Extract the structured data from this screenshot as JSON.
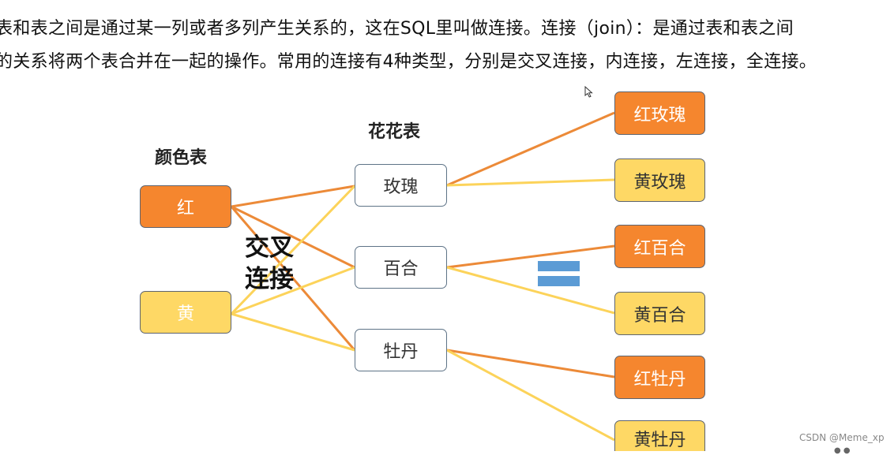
{
  "intro": {
    "line1": "表和表之间是通过某一列或者多列产生关系的，这在SQL里叫做连接。连接（join）：是通过表和表之间",
    "line2": "的关系将两个表合并在一起的操作。常用的连接有4种类型，分别是交叉连接，内连接，左连接，全连接。"
  },
  "color_table": {
    "title": "颜色表",
    "rows": [
      "红",
      "黄"
    ]
  },
  "flower_table": {
    "title": "花花表",
    "rows": [
      "玫瑰",
      "百合",
      "牡丹"
    ]
  },
  "operation": {
    "line1": "交叉",
    "line2": "连接"
  },
  "result": [
    "红玫瑰",
    "黄玫瑰",
    "红百合",
    "黄百合",
    "红牡丹",
    "黄牡丹"
  ],
  "watermark": "CSDN @Meme_xp",
  "colors": {
    "red": "#f5862e",
    "yellow": "#fed865",
    "red_line": "#ec8a38",
    "yellow_line": "#fcd35a",
    "equals": "#5b9bd5"
  },
  "icons": [
    "cursor-arrow-icon",
    "equals-sign-icon"
  ]
}
